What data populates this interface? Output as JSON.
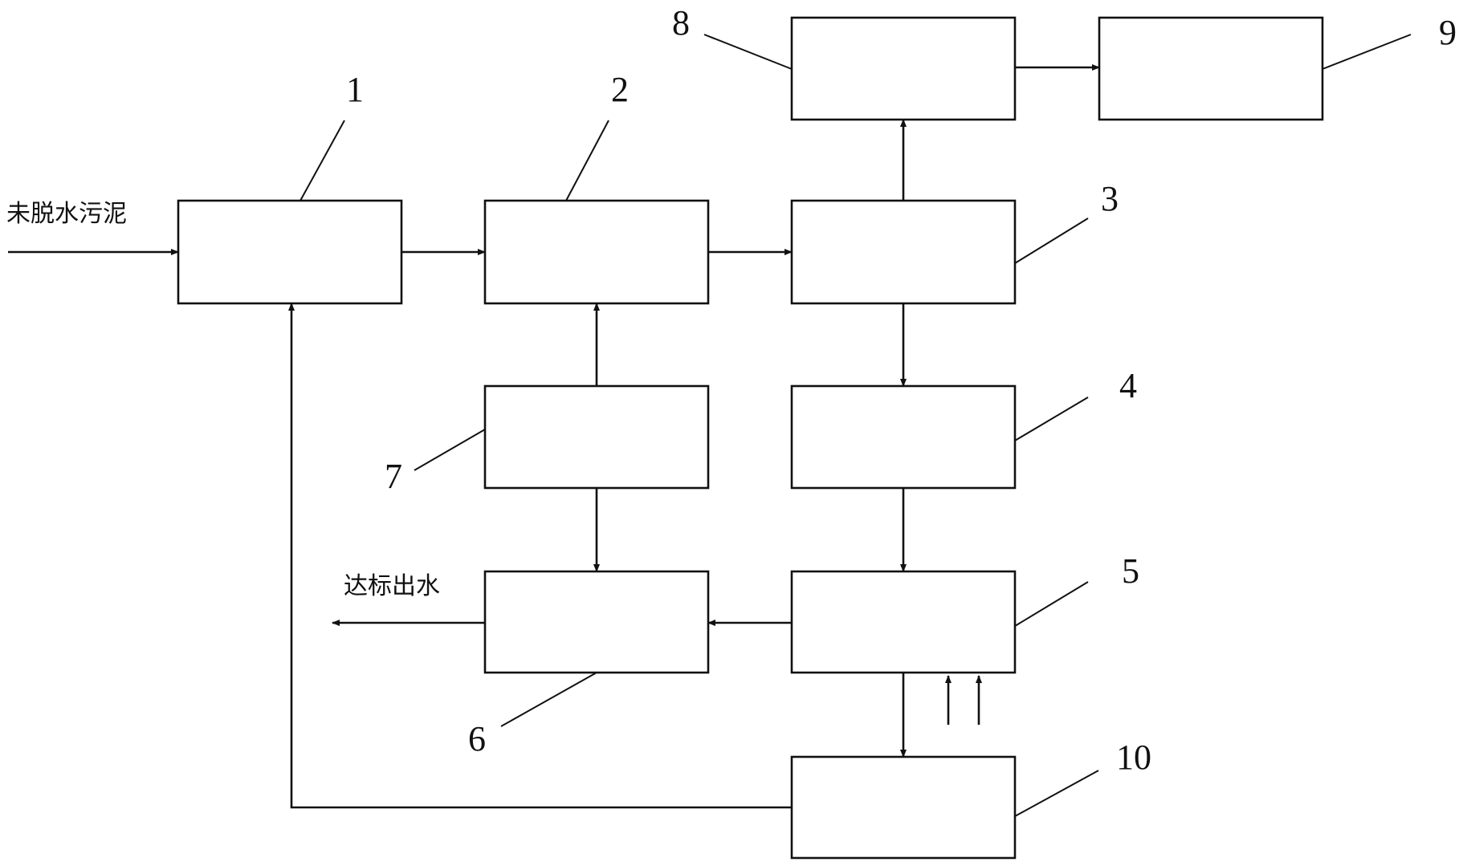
{
  "labels": {
    "input": "未脱水污泥",
    "output": "达标出水"
  },
  "blocks": [
    {
      "id": "1",
      "label": "1"
    },
    {
      "id": "2",
      "label": "2"
    },
    {
      "id": "3",
      "label": "3"
    },
    {
      "id": "4",
      "label": "4"
    },
    {
      "id": "5",
      "label": "5"
    },
    {
      "id": "6",
      "label": "6"
    },
    {
      "id": "7",
      "label": "7"
    },
    {
      "id": "8",
      "label": "8"
    },
    {
      "id": "9",
      "label": "9"
    },
    {
      "id": "10",
      "label": "10"
    }
  ],
  "connections": [
    {
      "from": "input",
      "to": "1"
    },
    {
      "from": "1",
      "to": "2"
    },
    {
      "from": "2",
      "to": "3"
    },
    {
      "from": "3",
      "to": "8"
    },
    {
      "from": "8",
      "to": "9"
    },
    {
      "from": "3",
      "to": "4"
    },
    {
      "from": "4",
      "to": "5"
    },
    {
      "from": "5",
      "to": "6"
    },
    {
      "from": "6",
      "to": "output"
    },
    {
      "from": "7",
      "to": "2"
    },
    {
      "from": "7",
      "to": "6"
    },
    {
      "from": "5",
      "to": "10"
    },
    {
      "from": "10",
      "to": "1"
    }
  ],
  "colors": {
    "line": "#111111",
    "background": "#ffffff"
  }
}
